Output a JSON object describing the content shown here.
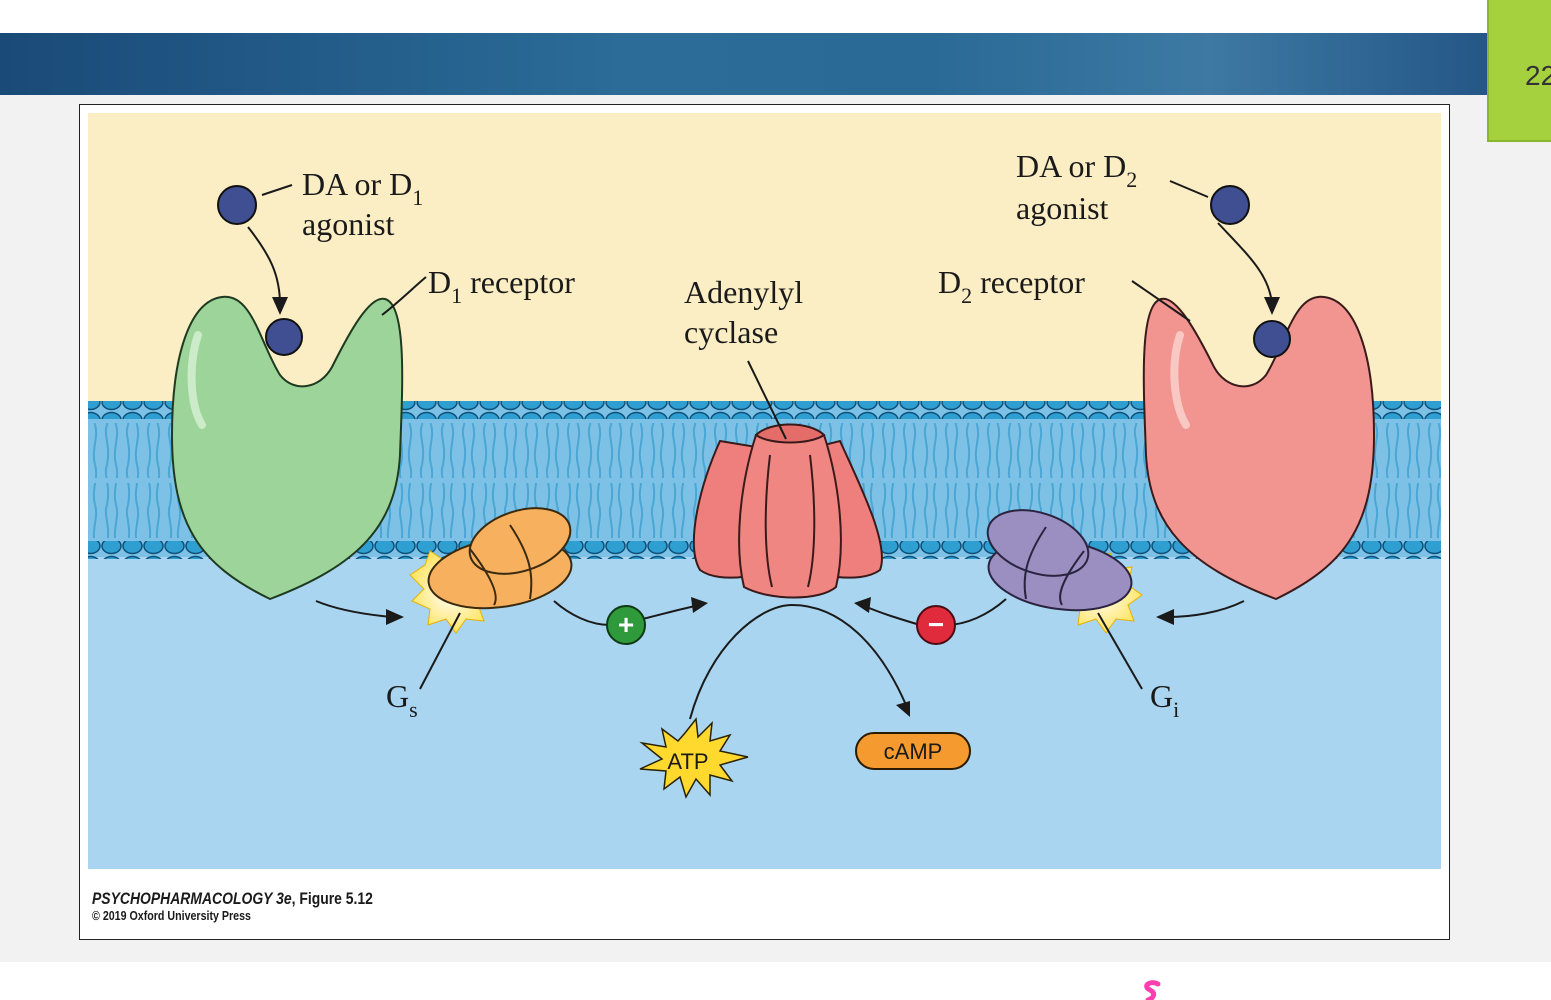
{
  "slide": {
    "page_number": "22"
  },
  "figure": {
    "labels": {
      "agonist_left_line1": "DA or D",
      "agonist_left_sub": "1",
      "agonist_left_line2": "agonist",
      "d1_receptor": "D",
      "d1_receptor_sub": "1",
      "d1_receptor_rest": " receptor",
      "adenylyl_line1": "Adenylyl",
      "adenylyl_line2": "cyclase",
      "d2_receptor": "D",
      "d2_receptor_sub": "2",
      "d2_receptor_rest": " receptor",
      "agonist_right_line1": "DA or D",
      "agonist_right_sub": "2",
      "agonist_right_line2": "agonist",
      "gs": "G",
      "gs_sub": "s",
      "gi": "G",
      "gi_sub": "i",
      "plus": "+",
      "minus": "−",
      "atp": "ATP",
      "camp": "cAMP"
    },
    "caption": {
      "title_italic": "PSYCHOPHARMACOLOGY 3e",
      "title_rest": ", Figure 5.12",
      "copyright": "© 2019 Oxford University Press"
    },
    "colors": {
      "extracellular": "#fbedc4",
      "membrane": "#7dc2e6",
      "intracellular": "#a9d5f0",
      "d1_receptor": "#9dd49a",
      "d2_receptor": "#f29590",
      "adenylyl_cyclase": "#ee7f7c",
      "gs_protein": "#f7b05e",
      "gi_protein": "#9a8fc0",
      "ligand": "#3f4f92",
      "plus_badge": "#2e9a3c",
      "minus_badge": "#e02b3c",
      "atp_burst": "#ffd92e",
      "camp_pill": "#f59a2f"
    }
  }
}
